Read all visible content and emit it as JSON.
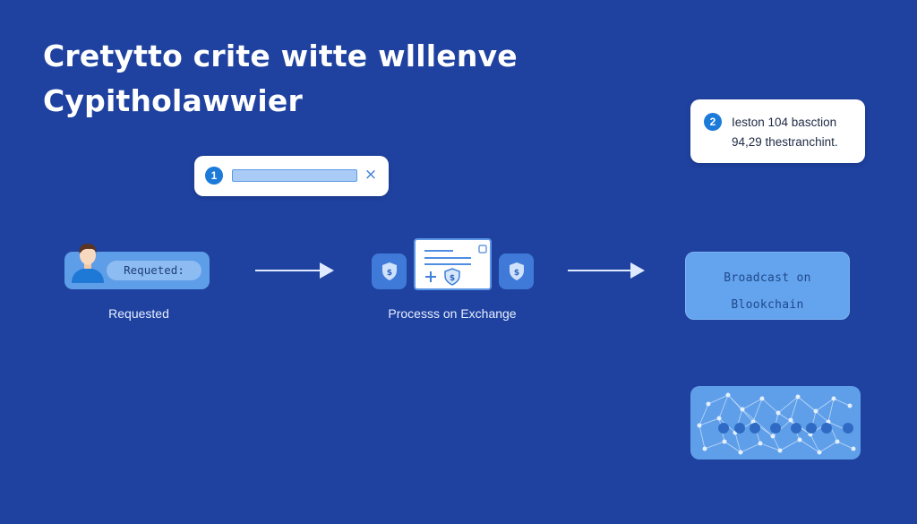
{
  "title": {
    "line1": "Cretytto crite witte wlllenve",
    "line2": "Cypitholawwier"
  },
  "callouts": [
    {
      "number": "1",
      "close_icon": "×"
    },
    {
      "number": "2",
      "lines": [
        "Ieston 104 basction",
        "94,29 thestranchint."
      ]
    }
  ],
  "steps": [
    {
      "id": "requested",
      "pill_text": "Requeted:",
      "label": "Requested",
      "icon": "user-avatar-icon"
    },
    {
      "id": "process",
      "label": "Processs on Exchange",
      "icons": [
        "shield-dollar-icon",
        "document-card-icon",
        "shield-dollar-icon"
      ]
    },
    {
      "id": "broadcast",
      "line1": "Broadcast on",
      "line2": "Blookchain",
      "extra": "blockchain-network-graphic"
    }
  ],
  "colors": {
    "background": "#1f42a0",
    "card_light_blue": "#5e9de8",
    "badge_blue": "#1c7ad9",
    "white": "#ffffff"
  }
}
